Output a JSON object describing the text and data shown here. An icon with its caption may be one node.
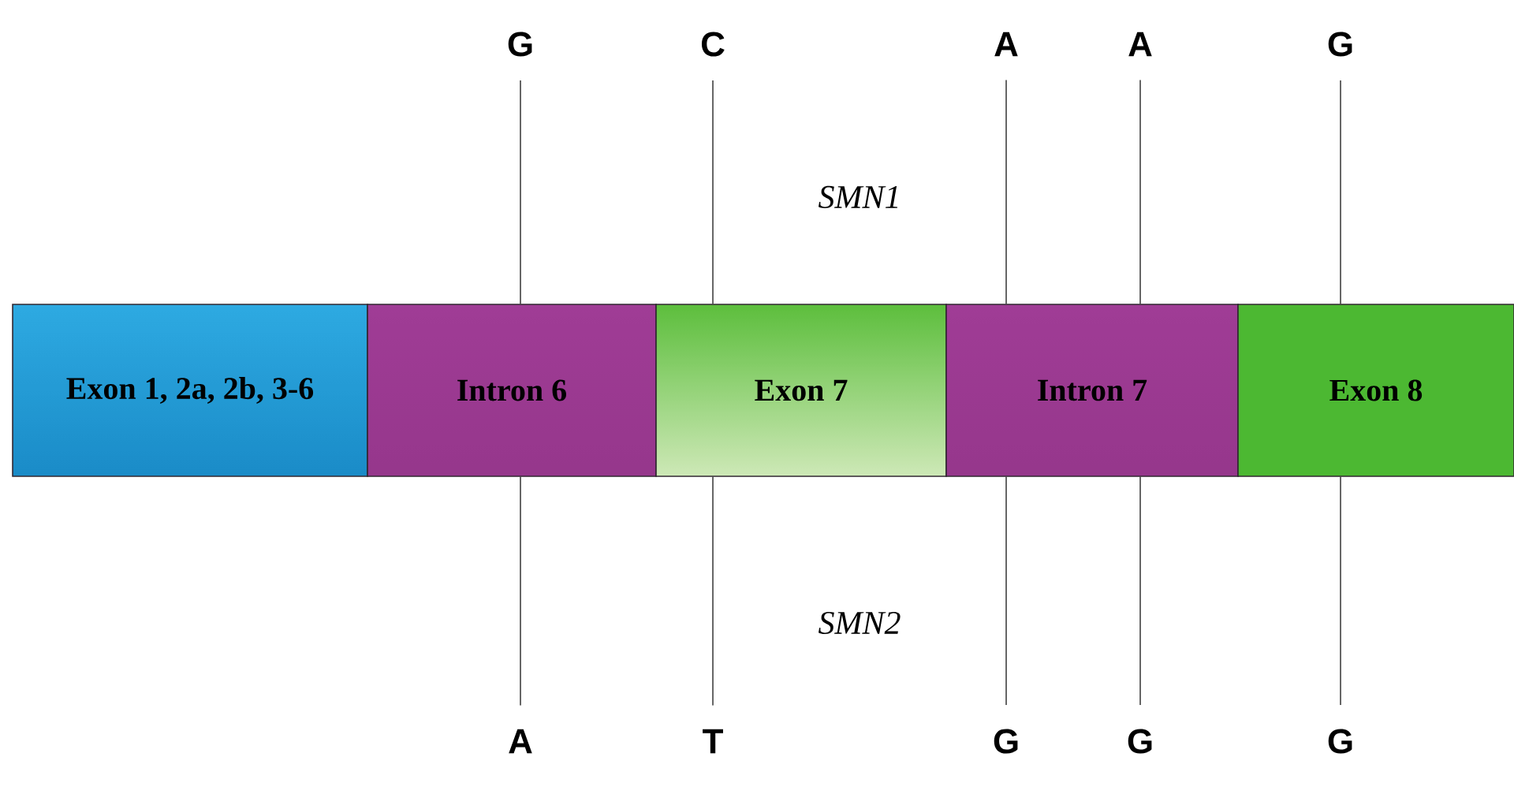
{
  "diagram": {
    "nodes": [
      {
        "text": [
          "G"
        ]
      },
      {
        "text": [
          "C"
        ]
      },
      {
        "text": [
          "A"
        ]
      },
      {
        "text": [
          "A"
        ]
      },
      {
        "text": [
          "G"
        ]
      },
      {
        "text": [
          "Exon 1, 2a, 2b, 3-6"
        ]
      },
      {
        "text": [
          "Intron 6"
        ]
      },
      {
        "text": [
          "Exon 7"
        ]
      },
      {
        "text": [
          "Intron 7"
        ]
      },
      {
        "text": [
          "Exon 8"
        ]
      },
      {
        "text": [
          "A"
        ]
      },
      {
        "text": [
          "T"
        ]
      },
      {
        "text": [
          "G"
        ]
      },
      {
        "text": [
          "G"
        ]
      },
      {
        "text": [
          "G"
        ]
      }
    ],
    "edges": [
      {
        "from": 0,
        "to": 6,
        "arrow": "none"
      },
      {
        "from": 1,
        "to": 7,
        "arrow": "none"
      },
      {
        "from": 2,
        "to": 8,
        "arrow": "none"
      },
      {
        "from": 3,
        "to": 8,
        "arrow": "none"
      },
      {
        "from": 4,
        "to": 9,
        "arrow": "none"
      },
      {
        "from": 10,
        "to": 6,
        "arrow": "none"
      },
      {
        "from": 11,
        "to": 7,
        "arrow": "none"
      },
      {
        "from": 12,
        "to": 8,
        "arrow": "none"
      },
      {
        "from": 13,
        "to": 8,
        "arrow": "none"
      },
      {
        "from": 14,
        "to": 9,
        "arrow": "none"
      }
    ],
    "labels": [
      "SMN1",
      "SMN2"
    ]
  }
}
